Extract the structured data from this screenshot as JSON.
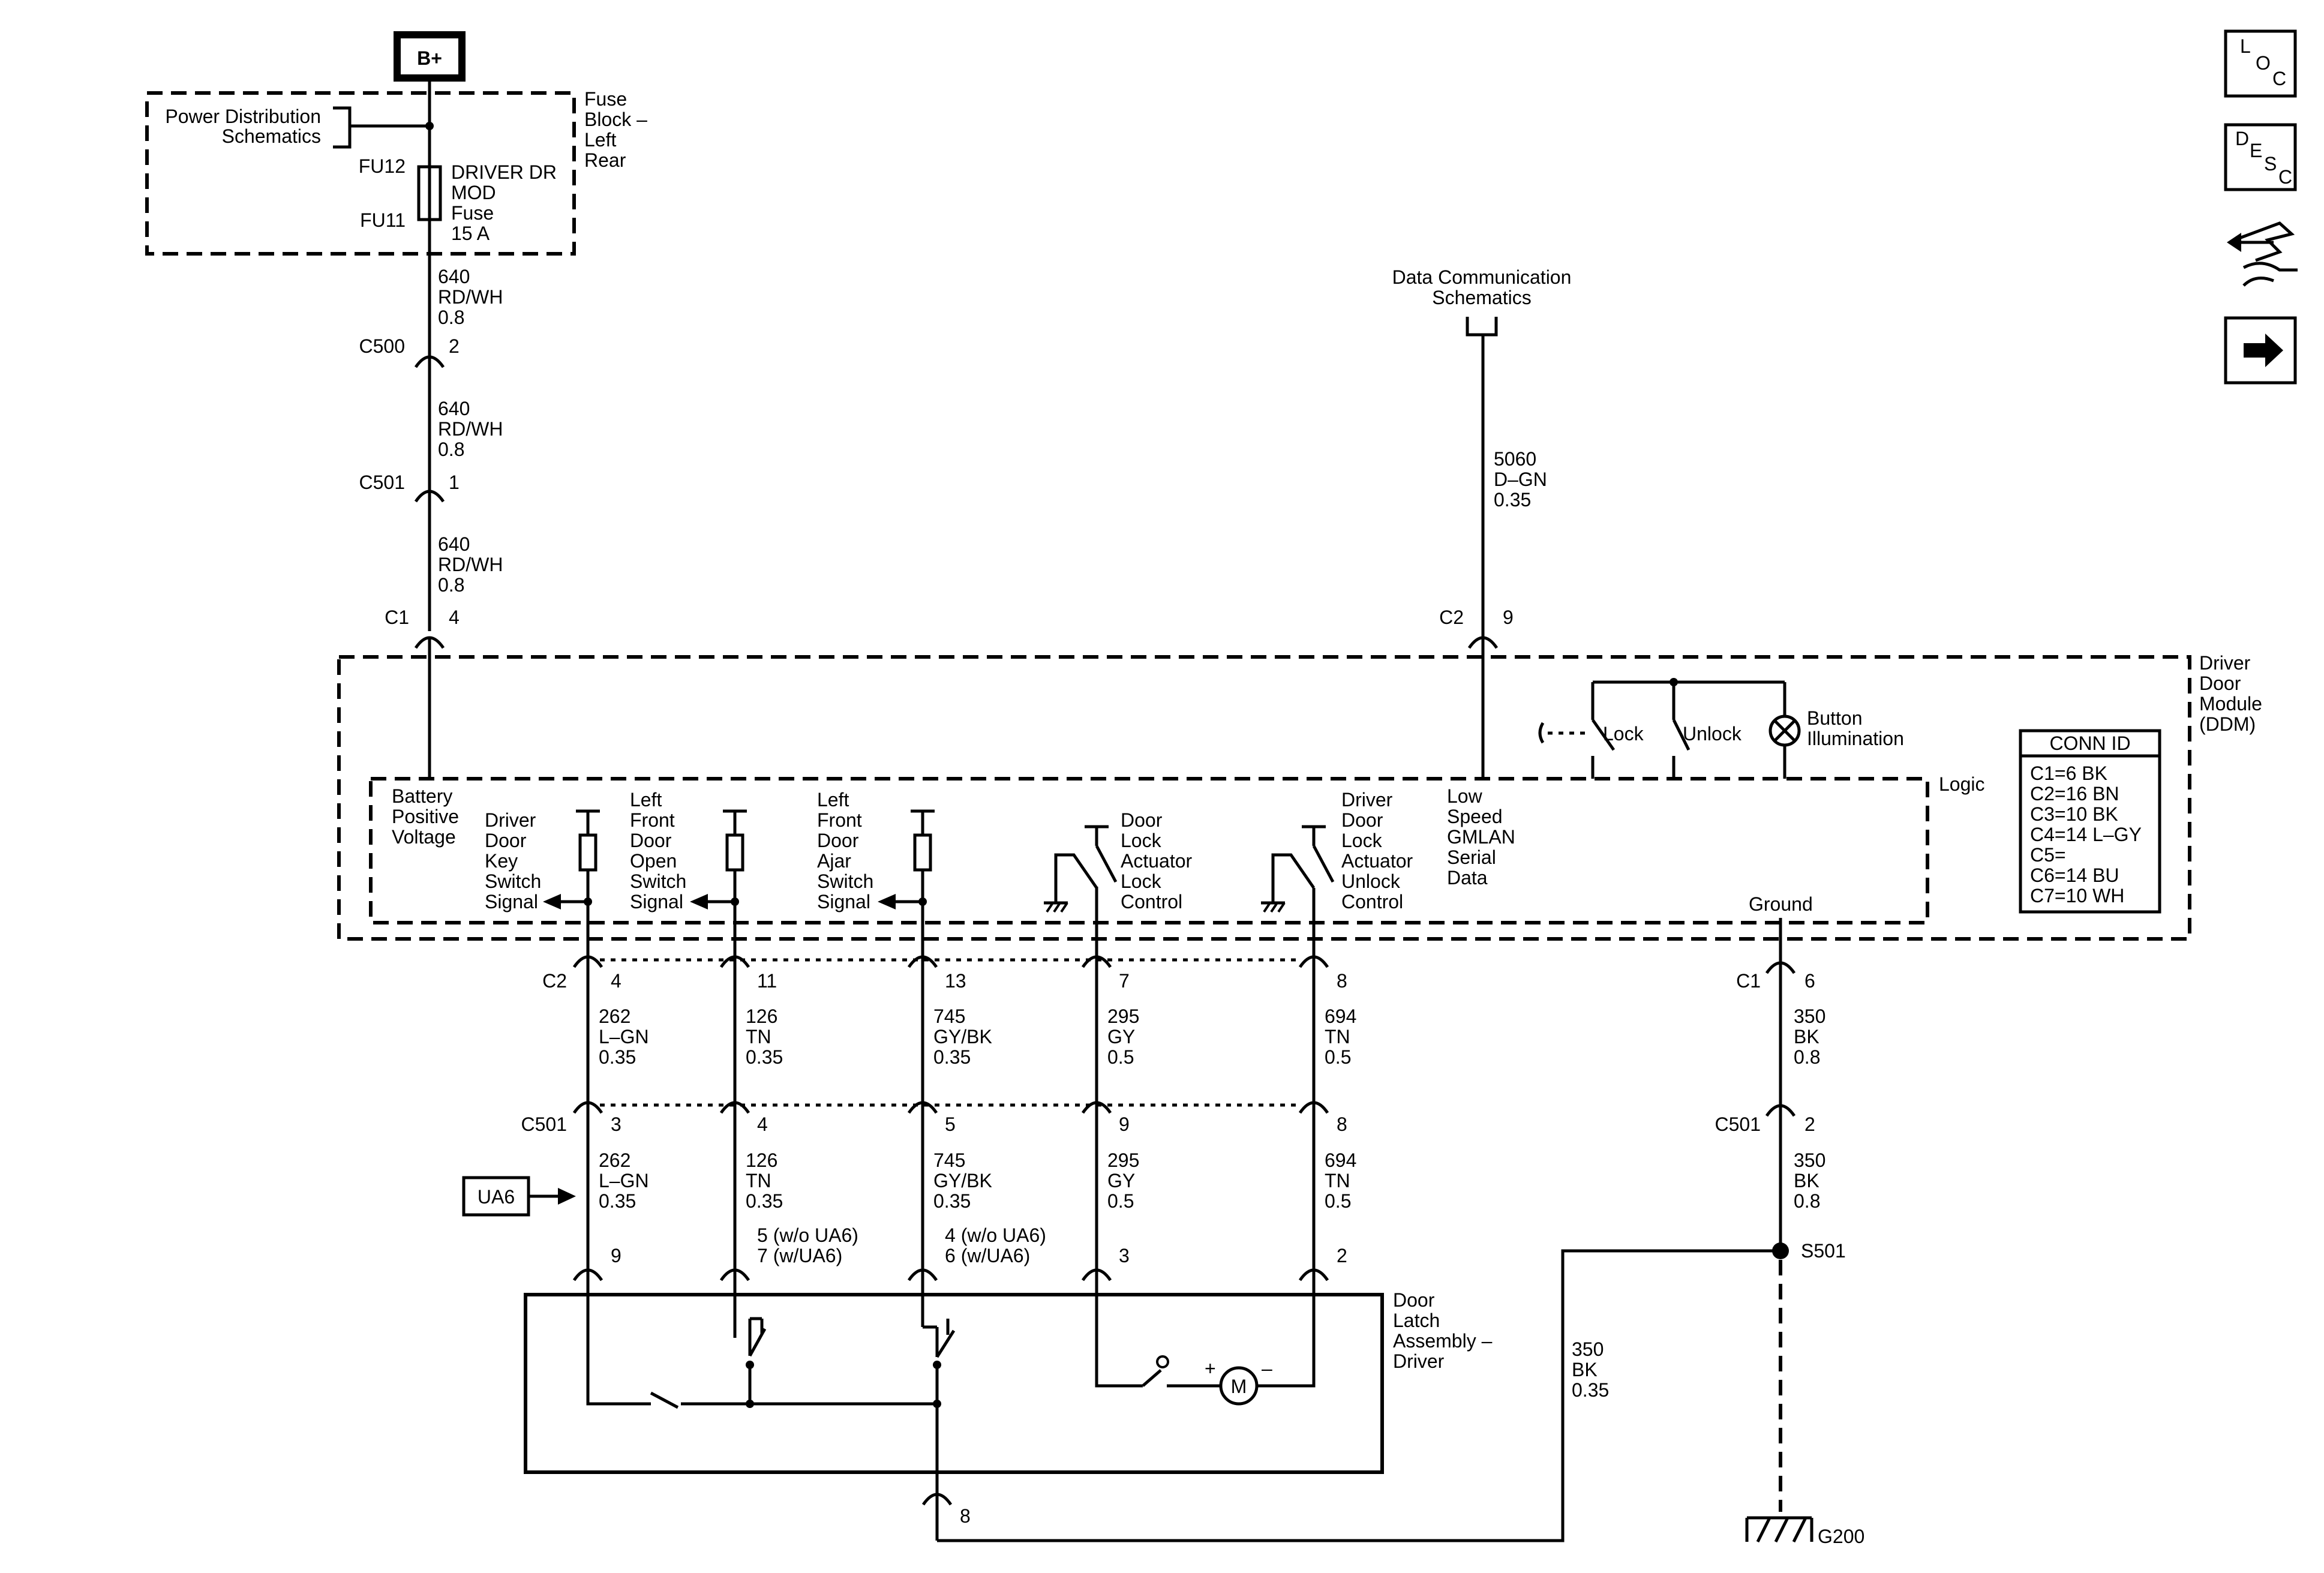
{
  "battery": "B+",
  "power_dist": {
    "line1": "Power Distribution",
    "line2": "Schematics"
  },
  "fuse_block": [
    "Fuse",
    "Block –",
    "Left",
    "Rear"
  ],
  "fuse": {
    "top_terminal": "FU12",
    "bottom_terminal": "FU11",
    "name": [
      "DRIVER DR",
      "MOD",
      "Fuse",
      "15 A"
    ]
  },
  "feed_wire": {
    "circuit": "640",
    "color": "RD/WH",
    "gauge": "0.8"
  },
  "feed_connectors": [
    {
      "name": "C500",
      "pin": "2"
    },
    {
      "name": "C501",
      "pin": "1"
    },
    {
      "name": "C1",
      "pin": "4"
    }
  ],
  "data_comm": {
    "line1": "Data Communication",
    "line2": "Schematics",
    "circuit": "5060",
    "color": "D–GN",
    "gauge": "0.35",
    "connector": "C2",
    "pin": "9"
  },
  "module": {
    "name": [
      "Driver",
      "Door",
      "Module",
      "(DDM)"
    ],
    "logic": "Logic"
  },
  "switches": {
    "lock": "Lock",
    "unlock": "Unlock",
    "illumination": [
      "Button",
      "Illumination"
    ]
  },
  "conn_id": {
    "title": "CONN ID",
    "rows": [
      "C1=6 BK",
      "C2=16 BN",
      "C3=10 BK",
      "C4=14 L–GY",
      "C5=",
      "C6=14 BU",
      "C7=10 WH"
    ]
  },
  "internal_labels": {
    "battery_voltage": [
      "Battery",
      "Positive",
      "Voltage"
    ],
    "key_switch": [
      "Driver",
      "Door",
      "Key",
      "Switch",
      "Signal"
    ],
    "open_switch": [
      "Left",
      "Front",
      "Door",
      "Open",
      "Switch",
      "Signal"
    ],
    "ajar_switch": [
      "Left",
      "Front",
      "Door",
      "Ajar",
      "Switch",
      "Signal"
    ],
    "lock_control": [
      "Door",
      "Lock",
      "Actuator",
      "Lock",
      "Control"
    ],
    "unlock_control": [
      "Driver",
      "Door",
      "Lock",
      "Actuator",
      "Unlock",
      "Control"
    ],
    "serial_data": [
      "Low",
      "Speed",
      "GMLAN",
      "Serial",
      "Data"
    ],
    "ground": "Ground"
  },
  "c2_label": "C2",
  "c501_label": "C501",
  "c1_label": "C1",
  "circuits": [
    {
      "c2_pin": "4",
      "circuit": "262",
      "color": "L–GN",
      "gauge": "0.35",
      "c501_pin": "3",
      "latch_pin": [
        "9"
      ]
    },
    {
      "c2_pin": "11",
      "circuit": "126",
      "color": "TN",
      "gauge": "0.35",
      "c501_pin": "4",
      "latch_pin": [
        "5 (w/o UA6)",
        "7 (w/UA6)"
      ]
    },
    {
      "c2_pin": "13",
      "circuit": "745",
      "color": "GY/BK",
      "gauge": "0.35",
      "c501_pin": "5",
      "latch_pin": [
        "4 (w/o UA6)",
        "6 (w/UA6)"
      ]
    },
    {
      "c2_pin": "7",
      "circuit": "295",
      "color": "GY",
      "gauge": "0.5",
      "c501_pin": "9",
      "latch_pin": [
        "3"
      ]
    },
    {
      "c2_pin": "8",
      "circuit": "694",
      "color": "TN",
      "gauge": "0.5",
      "c501_pin": "8",
      "latch_pin": [
        "2"
      ]
    }
  ],
  "ground_circuit": {
    "c1_pin": "6",
    "circuit": "350",
    "color": "BK",
    "gauge": "0.8",
    "c501_pin": "2",
    "splice": "S501",
    "ground": "G200"
  },
  "latch_ground_wire": {
    "circuit": "350",
    "color": "BK",
    "gauge": "0.35",
    "pin": "8"
  },
  "ua6": "UA6",
  "latch": {
    "name": [
      "Door",
      "Latch",
      "Assembly –",
      "Driver"
    ]
  },
  "motor": "M",
  "nav_icons": [
    {
      "name": "loc-icon",
      "letters": [
        "L",
        "O",
        "C"
      ]
    },
    {
      "name": "desc-icon",
      "letters": [
        "D",
        "E",
        "S",
        "C"
      ]
    },
    {
      "name": "connector-end-view-icon"
    },
    {
      "name": "next-arrow-icon"
    }
  ]
}
